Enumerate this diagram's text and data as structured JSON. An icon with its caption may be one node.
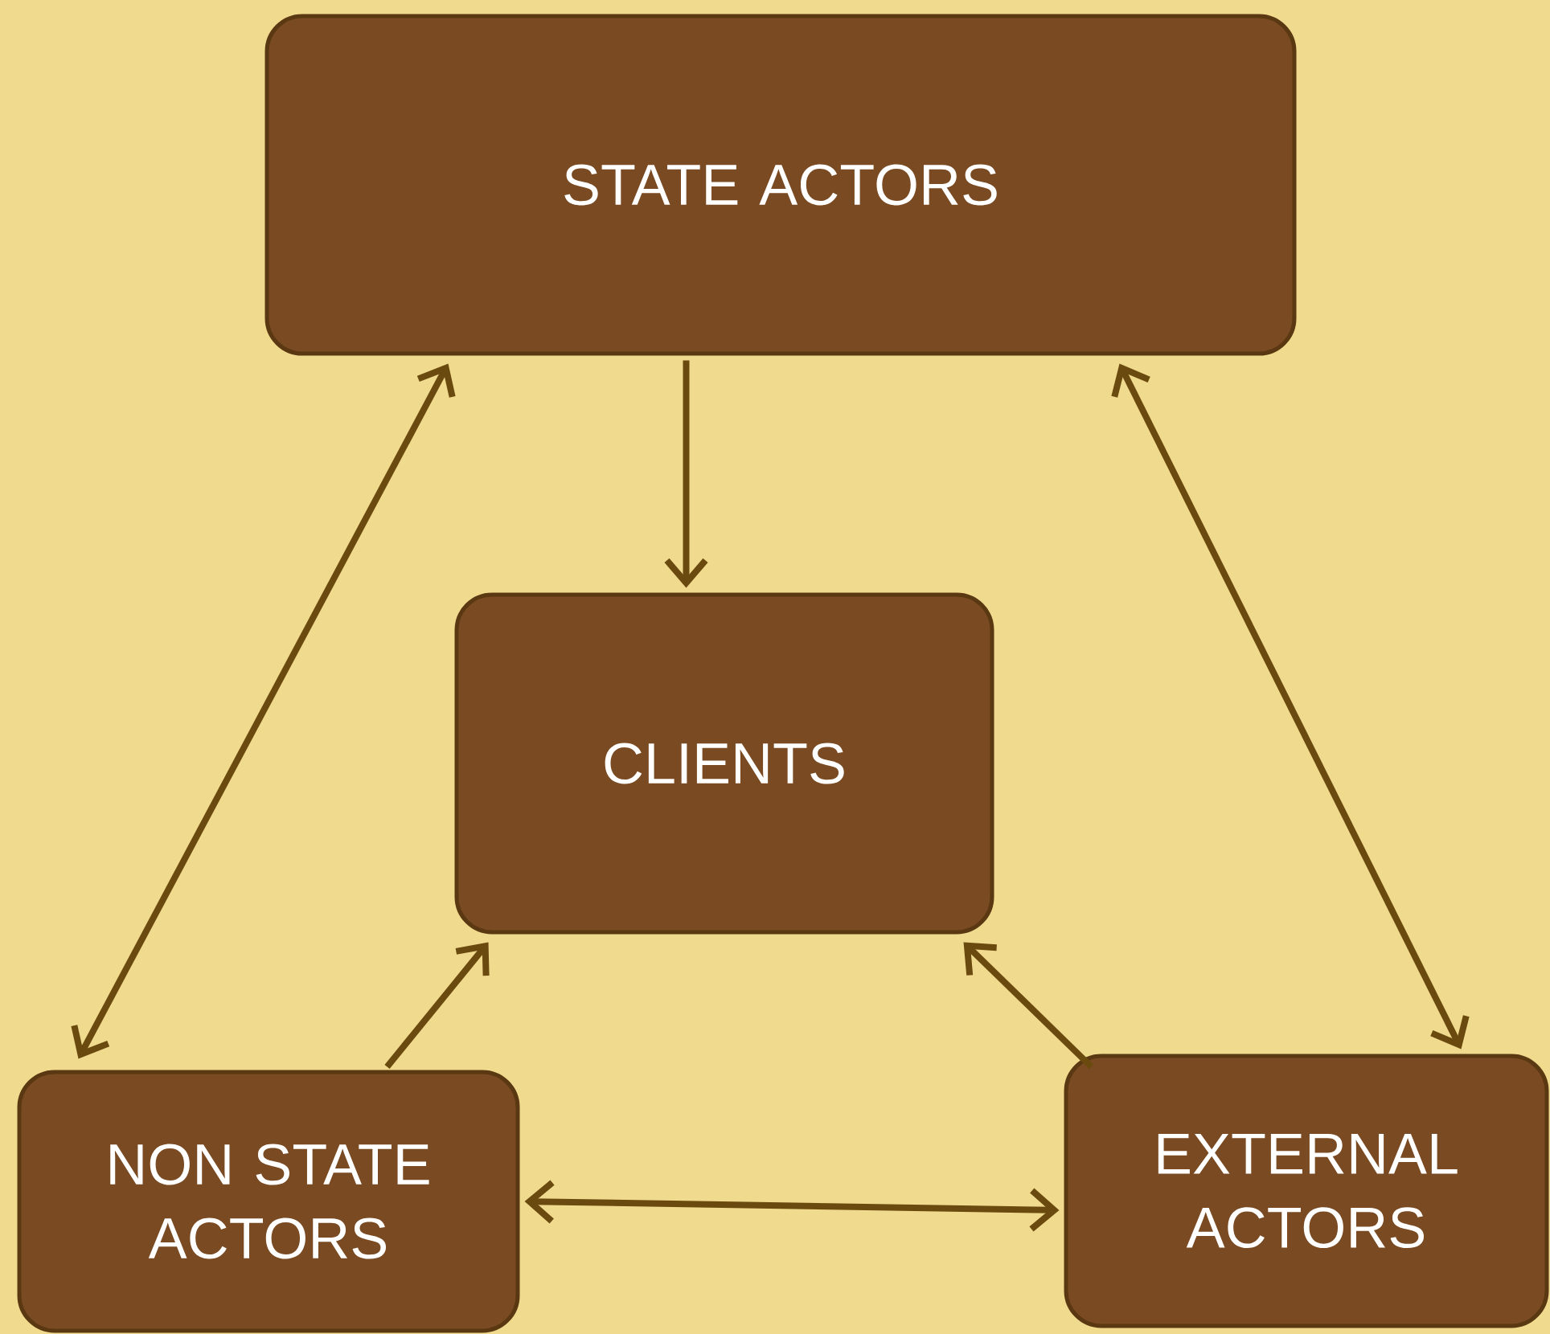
{
  "diagram": {
    "nodes": [
      {
        "text": [
          "STATE ACTORS"
        ]
      },
      {
        "text": [
          "CLIENTS"
        ]
      },
      {
        "text": [
          "NON STATE ACTORS"
        ]
      },
      {
        "text": [
          "EXTERNAL ACTORS"
        ]
      }
    ],
    "edges": [
      {
        "from": 0,
        "to": 1,
        "arrow": "to"
      },
      {
        "from": 0,
        "to": 2,
        "arrow": "both"
      },
      {
        "from": 0,
        "to": 3,
        "arrow": "both"
      },
      {
        "from": 2,
        "to": 1,
        "arrow": "to"
      },
      {
        "from": 3,
        "to": 1,
        "arrow": "to"
      },
      {
        "from": 2,
        "to": 3,
        "arrow": "both"
      }
    ]
  }
}
